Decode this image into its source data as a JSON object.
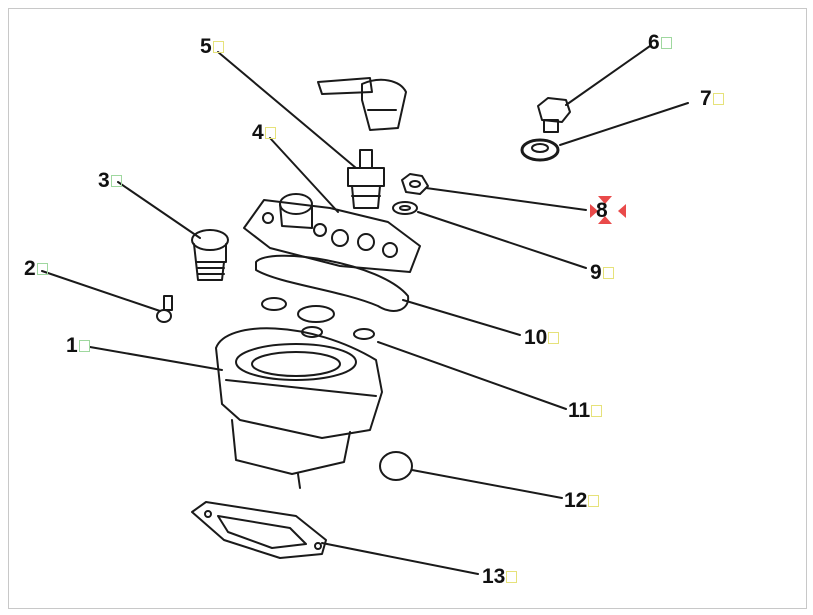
{
  "labels": [
    {
      "id": "1",
      "text": "1"
    },
    {
      "id": "2",
      "text": "2"
    },
    {
      "id": "3",
      "text": "3"
    },
    {
      "id": "4",
      "text": "4"
    },
    {
      "id": "5",
      "text": "5"
    },
    {
      "id": "6",
      "text": "6"
    },
    {
      "id": "7",
      "text": "7"
    },
    {
      "id": "8",
      "text": "8"
    },
    {
      "id": "9",
      "text": "9"
    },
    {
      "id": "10",
      "text": "10"
    },
    {
      "id": "11",
      "text": "11"
    },
    {
      "id": "12",
      "text": "12"
    },
    {
      "id": "13",
      "text": "13"
    }
  ],
  "colors": {
    "line": "#1a1a1a",
    "marker": "#e94a4a",
    "box_green": "#9fd89f",
    "box_yellow": "#e6e27a"
  }
}
